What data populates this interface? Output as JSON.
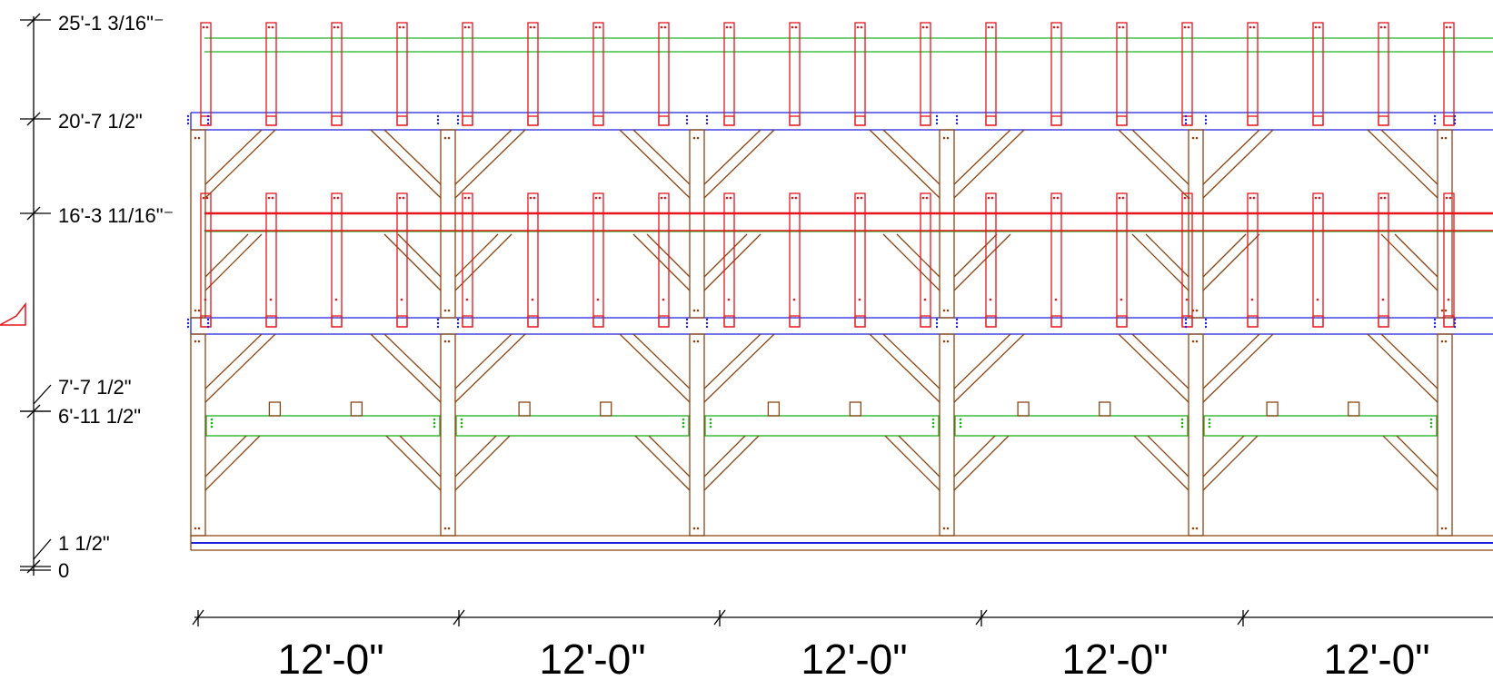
{
  "drawing": {
    "vertical_dimensions": [
      {
        "label": "25'-1 3/16\"⁻"
      },
      {
        "label": "20'-7 1/2\""
      },
      {
        "label": "16'-3 11/16\"⁻"
      },
      {
        "label": "7'-7 1/2\""
      },
      {
        "label": "6'-11 1/2\""
      },
      {
        "label": "1 1/2\""
      },
      {
        "label": "0"
      }
    ],
    "bay_dimensions": [
      {
        "label": "12'-0\""
      },
      {
        "label": "12'-0\""
      },
      {
        "label": "12'-0\""
      },
      {
        "label": "12'-0\""
      },
      {
        "label": "12'-0\""
      }
    ],
    "colors": {
      "post_brace": "#8B4513",
      "rafter": "#E8141B",
      "plate": "#1E1EDC",
      "purlin_girt": "#1DB11D",
      "dim_line": "#000000"
    }
  }
}
